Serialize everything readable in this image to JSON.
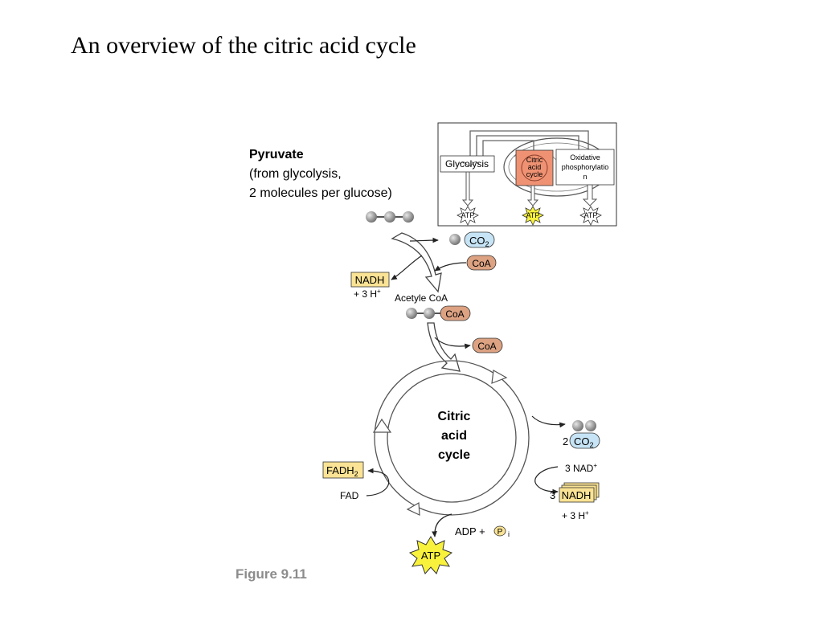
{
  "slide": {
    "title": "An overview of the citric acid cycle"
  },
  "colors": {
    "nadh_fill": "#fae394",
    "coa_fill": "#dca282",
    "co2_fill": "#c6e4f5",
    "atp_fill": "#f8f23c",
    "citric_box_fill": "#ef9273"
  },
  "inset": {
    "glycolysis": "Glycolysis",
    "citric_line1": "Citric",
    "citric_line2": "acid",
    "citric_line3": "cycle",
    "oxphos_line1": "Oxidative",
    "oxphos_line2": "phosphorylatio",
    "oxphos_line3": "n",
    "atp_left": "ATP",
    "atp_mid": "ATP",
    "atp_right": "ATP"
  },
  "pyruvate": {
    "title": "Pyruvate",
    "line2": "(from glycolysis,",
    "line3": "2 molecules per glucose)"
  },
  "labels": {
    "co2_top": "CO",
    "co2_sub": "2",
    "coa_in": "CoA",
    "nadh_top": "NADH",
    "h_top": "+ 3 H",
    "h_top_sup": "+",
    "acetyl_coa": "Acetyle CoA",
    "acetyl_coa_tag": "CoA",
    "coa_out": "CoA",
    "cycle_line1": "Citric",
    "cycle_line2": "acid",
    "cycle_line3": "cycle",
    "co2_2_coef": "2",
    "co2_2": "CO",
    "co2_2_sub": "2",
    "nad_plus": "3 NAD",
    "nad_plus_sup": "+",
    "nadh_3_coef": "3",
    "nadh_3": "NADH",
    "h_bottom": "+ 3 H",
    "h_bottom_sup": "+",
    "fadh2": "FADH",
    "fadh2_sub": "2",
    "fad": "FAD",
    "adp": "ADP +",
    "pi_p": "P",
    "pi_i": "i",
    "atp_bottom": "ATP"
  },
  "figure_label": "Figure 9.11"
}
